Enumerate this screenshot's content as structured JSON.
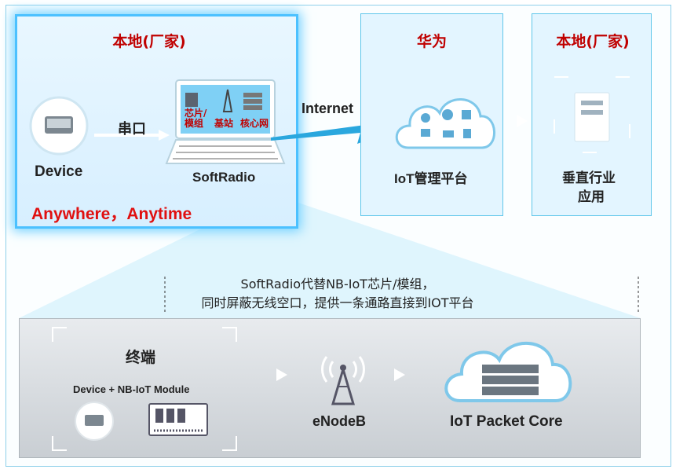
{
  "local_panel": {
    "title": "本地(厂家)",
    "device_label": "Device",
    "serial_label": "串口",
    "softradio_label": "SoftRadio",
    "tagline": "Anywhere，Anytime",
    "screen_items": [
      "芯片/模组",
      "基站",
      "核心网"
    ]
  },
  "connection": {
    "internet_label": "Internet"
  },
  "huawei_panel": {
    "title": "华为",
    "platform_label": "IoT管理平台"
  },
  "app_panel": {
    "title": "本地(厂家)",
    "app_label_line1": "垂直行业",
    "app_label_line2": "应用"
  },
  "description": {
    "line1": "SoftRadio代替NB-IoT芯片/模组，",
    "line2": "同时屏蔽无线空口，提供一条通路直接到IOT平台"
  },
  "terminal": {
    "title": "终端",
    "subtitle": "Device + NB-IoT Module",
    "enodeb_label": "eNodeB",
    "core_label": "IoT Packet Core"
  },
  "colors": {
    "accent_red": "#c00000",
    "panel_border": "#4cc1ff",
    "cloud_blue": "#7fc8ea"
  }
}
